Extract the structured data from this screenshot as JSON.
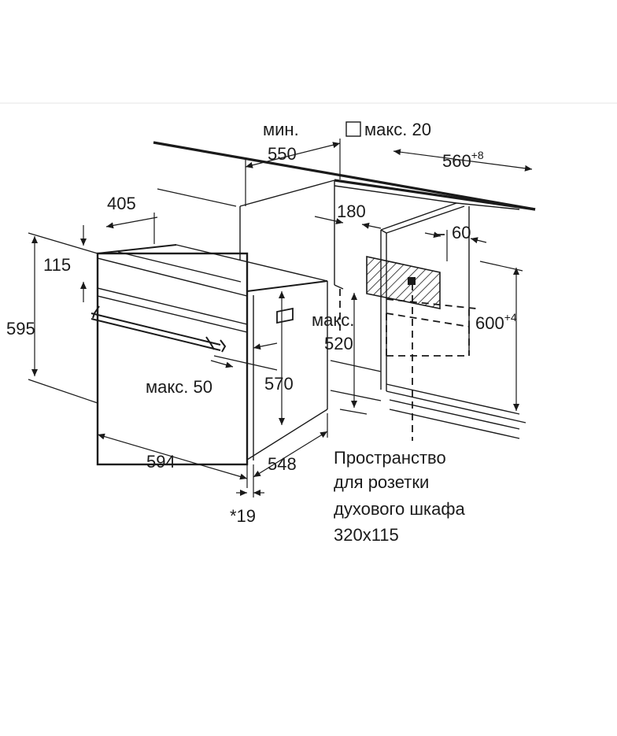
{
  "labels": {
    "min_prefix": "мин.",
    "min_value": "550",
    "max_gap": "макс. 20",
    "width_560": "560",
    "width_560_tol": "+8",
    "d405": "405",
    "d180": "180",
    "d60": "60",
    "d115": "115",
    "d595": "595",
    "max_prefix": "макс.",
    "max_520": "520",
    "h600": "600",
    "h600_tol": "+4",
    "max_50": "макс. 50",
    "d570": "570",
    "d594": "594",
    "d548": "548",
    "d19": "*19",
    "socket_line1": "Пространство",
    "socket_line2": "для розетки",
    "socket_line3": "духового шкафа",
    "socket_line4": "320x115"
  }
}
